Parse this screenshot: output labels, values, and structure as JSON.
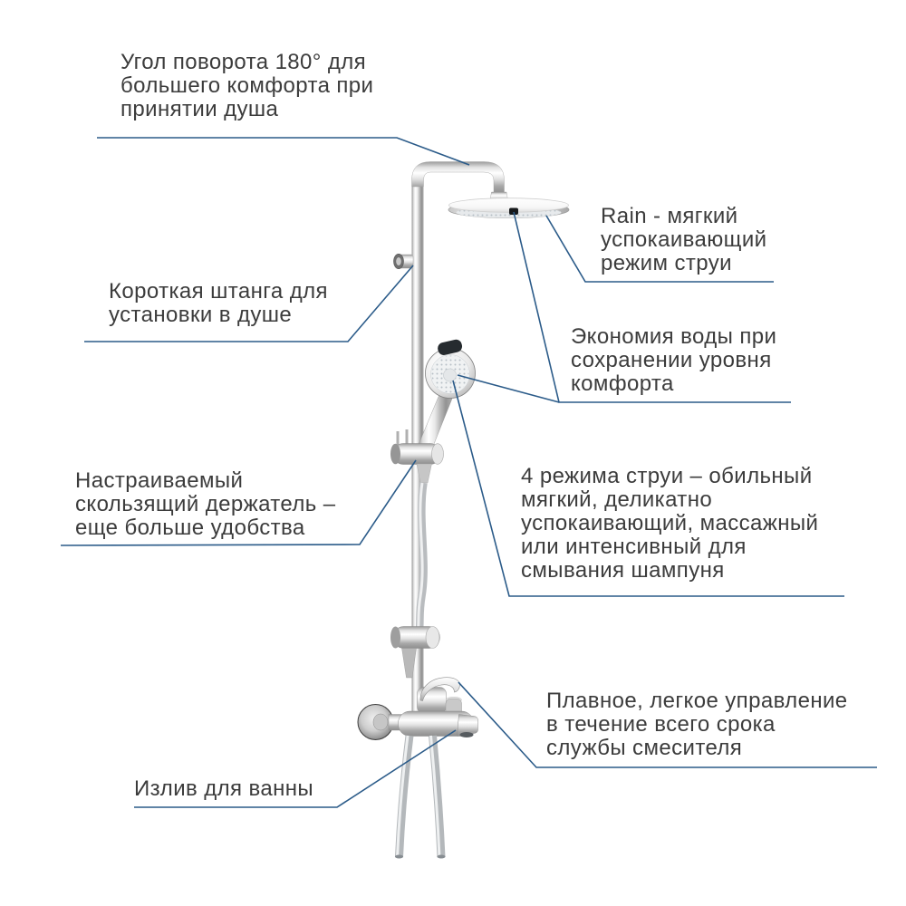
{
  "figure": {
    "kind": "annotated product feature diagram of a chrome shower system with mixer"
  },
  "annotations": {
    "swivel_angle": "Угол поворота 180° для\nбольшего комфорта при\nпринятии душа",
    "rain_spray": "Rain - мягкий\nуспокаивающий\nрежим струи",
    "short_rail": "Короткая штанга для\nустановки в душе",
    "water_saving": "Экономия воды при\nсохранении уровня\nкомфорта",
    "slide_holder": "Настраиваемый\nскользящий держатель –\nеще больше удобства",
    "spray_modes": "4 режима струи – обильный\nмягкий, деликатно\nуспокаивающий, массажный\nили интенсивный для\nсмывания шампуня",
    "smooth_control": "Плавное, легкое управление\nв течение всего срока\nслужбы смесителя",
    "bath_spout": "Излив для ванны"
  },
  "colors": {
    "leader_line": "#2b5b89",
    "text": "#3c3c3c",
    "background": "#ffffff"
  }
}
